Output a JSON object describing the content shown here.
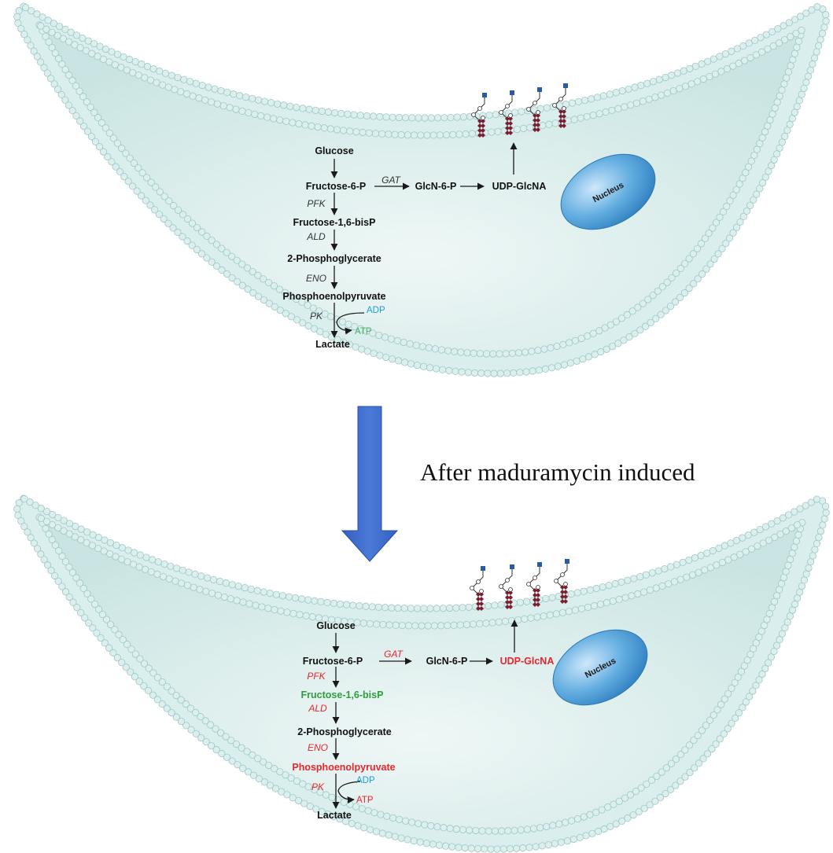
{
  "caption": "After maduramycin induced",
  "colors": {
    "default": "#111111",
    "enzyme_default": "#333333",
    "up": "#e8262d",
    "down": "#2e9e3e",
    "adp": "#1e9fd8",
    "atp_default": "#4caf6a",
    "cytoplasm": "#cfe7e6",
    "membrane_head": "#dcefee",
    "membrane_stroke": "#9cc8c5",
    "nucleus": "#5aa7d8",
    "big_arrow": "#3f6ecf",
    "glycan_square": "#2c5aa0",
    "glycan_diamond": "#7a1e2e"
  },
  "panels": [
    {
      "id": "before",
      "nucleus_label": "Nucleus",
      "metabolites": {
        "glucose": {
          "text": "Glucose",
          "color": "default"
        },
        "f6p": {
          "text": "Fructose-6-P",
          "color": "default"
        },
        "glcn6p": {
          "text": "GlcN-6-P",
          "color": "default"
        },
        "udpglcna": {
          "text": "UDP-GlcNA",
          "color": "default"
        },
        "f16bp": {
          "text": "Fructose-1,6-bisP",
          "color": "default"
        },
        "pg2": {
          "text": "2-Phosphoglycerate",
          "color": "default"
        },
        "pep": {
          "text": "Phosphoenolpyruvate",
          "color": "default"
        },
        "lactate": {
          "text": "Lactate",
          "color": "default"
        }
      },
      "enzymes": {
        "gat": {
          "text": "GAT",
          "color": "enzyme_default"
        },
        "pfk": {
          "text": "PFK",
          "color": "enzyme_default"
        },
        "ald": {
          "text": "ALD",
          "color": "enzyme_default"
        },
        "eno": {
          "text": "ENO",
          "color": "enzyme_default"
        },
        "pk": {
          "text": "PK",
          "color": "enzyme_default"
        }
      },
      "cofactors": {
        "adp": {
          "text": "ADP",
          "color": "adp"
        },
        "atp": {
          "text": "ATP",
          "color": "atp_default"
        }
      }
    },
    {
      "id": "after",
      "nucleus_label": "Nucleus",
      "metabolites": {
        "glucose": {
          "text": "Glucose",
          "color": "default"
        },
        "f6p": {
          "text": "Fructose-6-P",
          "color": "default"
        },
        "glcn6p": {
          "text": "GlcN-6-P",
          "color": "default"
        },
        "udpglcna": {
          "text": "UDP-GlcNA",
          "color": "up"
        },
        "f16bp": {
          "text": "Fructose-1,6-bisP",
          "color": "down"
        },
        "pg2": {
          "text": "2-Phosphoglycerate",
          "color": "default"
        },
        "pep": {
          "text": "Phosphoenolpyruvate",
          "color": "up"
        },
        "lactate": {
          "text": "Lactate",
          "color": "default"
        }
      },
      "enzymes": {
        "gat": {
          "text": "GAT",
          "color": "up"
        },
        "pfk": {
          "text": "PFK",
          "color": "up"
        },
        "ald": {
          "text": "ALD",
          "color": "up"
        },
        "eno": {
          "text": "ENO",
          "color": "up"
        },
        "pk": {
          "text": "PK",
          "color": "up"
        }
      },
      "cofactors": {
        "adp": {
          "text": "ADP",
          "color": "adp"
        },
        "atp": {
          "text": "ATP",
          "color": "up"
        }
      }
    }
  ]
}
